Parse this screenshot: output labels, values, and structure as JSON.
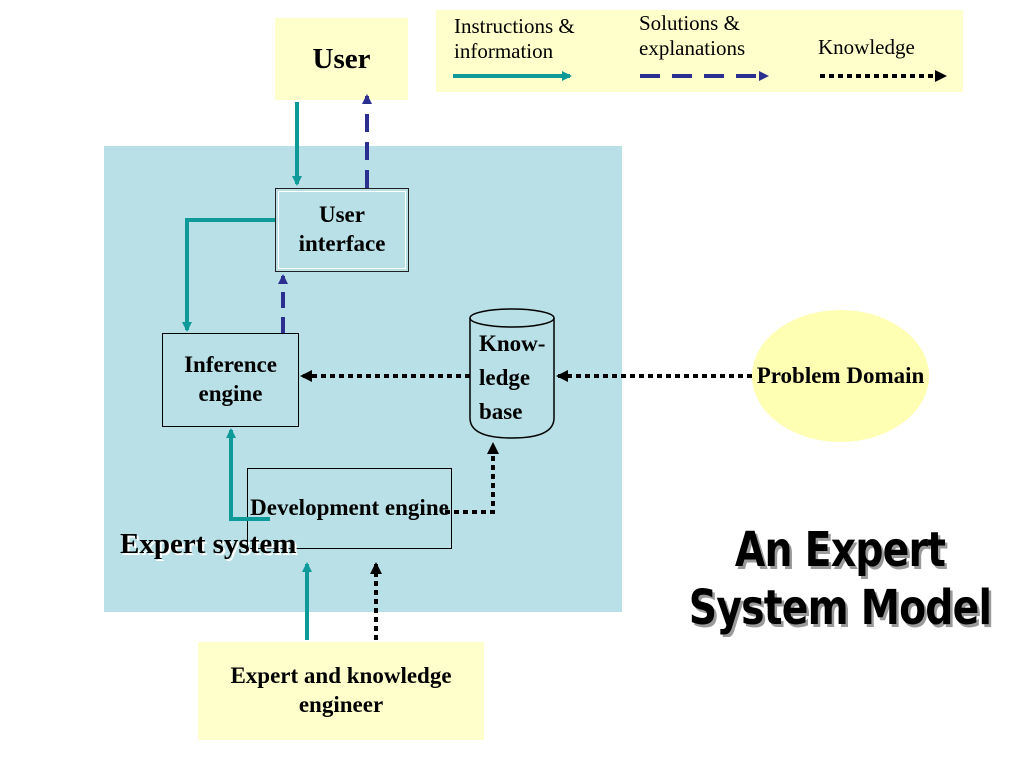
{
  "legend": {
    "instructions_label": "Instructions & information",
    "solutions_label": "Solutions & explanations",
    "knowledge_label": "Knowledge"
  },
  "nodes": {
    "user": "User",
    "user_interface": "User interface",
    "inference_engine": "Inference engine",
    "knowledge_base": "Know-\nledge\nbase",
    "development_engine": "Development engine",
    "problem_domain": "Problem Domain",
    "expert_engineer": "Expert and knowledge engineer"
  },
  "expert_system_label": "Expert system",
  "title": "An Expert System Model",
  "colors": {
    "instructions": "#0f9a9a",
    "solutions": "#2b2f8f",
    "knowledge": "#000000",
    "panel": "#b9e0e6",
    "legend_bg": "#ffffcc",
    "ellipse": "#ffffb3"
  },
  "edges": [
    {
      "from": "user",
      "to": "user_interface",
      "type": "instructions"
    },
    {
      "from": "user_interface",
      "to": "user",
      "type": "solutions"
    },
    {
      "from": "user_interface",
      "to": "inference_engine",
      "type": "instructions"
    },
    {
      "from": "inference_engine",
      "to": "user_interface",
      "type": "solutions"
    },
    {
      "from": "knowledge_base",
      "to": "inference_engine",
      "type": "knowledge"
    },
    {
      "from": "problem_domain",
      "to": "knowledge_base",
      "type": "knowledge"
    },
    {
      "from": "development_engine",
      "to": "inference_engine",
      "type": "instructions"
    },
    {
      "from": "development_engine",
      "to": "knowledge_base",
      "type": "knowledge"
    },
    {
      "from": "expert_engineer",
      "to": "development_engine",
      "type": "instructions"
    },
    {
      "from": "expert_engineer",
      "to": "development_engine",
      "type": "knowledge"
    }
  ]
}
